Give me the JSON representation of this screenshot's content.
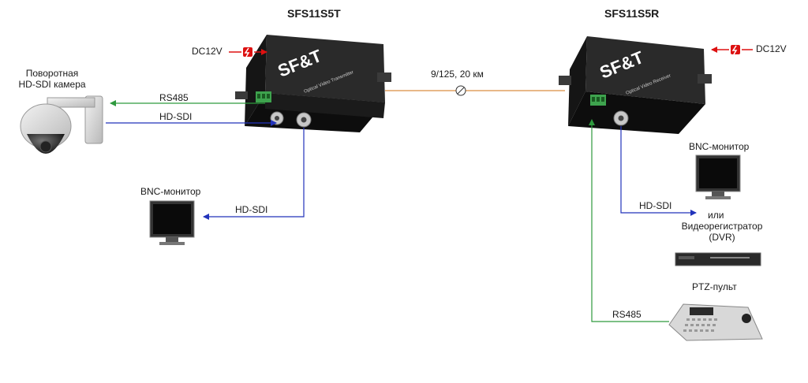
{
  "transmitter": {
    "model": "SFS11S5T",
    "power": "DC12V",
    "brand": "SF&T",
    "sublabel": "Optical Video Transmitter"
  },
  "receiver": {
    "model": "SFS11S5R",
    "power": "DC12V",
    "brand": "SF&T",
    "sublabel": "Optical Video Receiver"
  },
  "fiber": {
    "label": "9/125,  20 км"
  },
  "camera": {
    "label_line1": "Поворотная",
    "label_line2": "HD-SDI камера"
  },
  "links": {
    "rs485_camera": "RS485",
    "hdsdi_camera": "HD-SDI",
    "hdsdi_local_monitor": "HD-SDI",
    "hdsdi_remote": "HD-SDI",
    "rs485_ptz": "RS485"
  },
  "local_monitor": {
    "label": "BNC-монитор"
  },
  "remote_monitor": {
    "label": "BNC-монитор"
  },
  "or_text": "или",
  "dvr": {
    "label_line1": "Видеорегистратор",
    "label_line2": "(DVR)"
  },
  "ptz": {
    "label": "PTZ-пульт"
  },
  "colors": {
    "green": "#2e9a3e",
    "blue": "#2233bb",
    "fiber": "#e0a060",
    "power_red": "#dd1111"
  }
}
